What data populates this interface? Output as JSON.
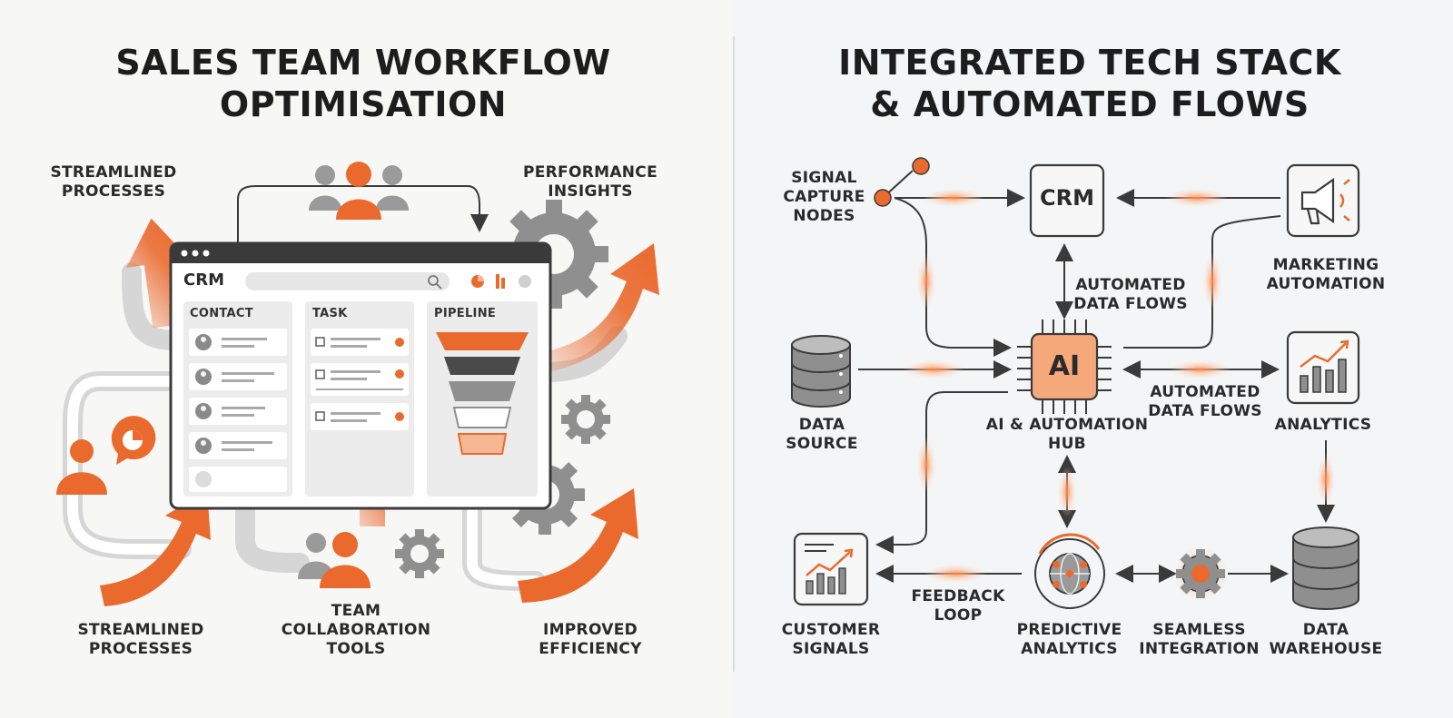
{
  "left": {
    "title_line1": "SALES TEAM WORKFLOW",
    "title_line2": "OPTIMISATION",
    "streamlined_top": [
      "STREAMLINED",
      "PROCESSES"
    ],
    "performance": [
      "PERFORMANCE",
      "INSIGHTS"
    ],
    "streamlined_bottom": [
      "STREAMLINED",
      "PROCESSES"
    ],
    "team": [
      "TEAM",
      "COLLABORATION",
      "TOOLS"
    ],
    "improved": [
      "IMPROVED",
      "EFFICIENCY"
    ],
    "crm_window": {
      "logo": "CRM",
      "columns": [
        "CONTACT",
        "TASK",
        "PIPELINE"
      ]
    }
  },
  "right": {
    "title_line1": "INTEGRATED TECH STACK",
    "title_line2": "& AUTOMATED FLOWS",
    "signal": [
      "SIGNAL",
      "CAPTURE",
      "NODES"
    ],
    "crm": "CRM",
    "marketing": [
      "MARKETING",
      "AUTOMATION"
    ],
    "flows_top": [
      "AUTOMATED",
      "DATA FLOWS"
    ],
    "ai": "AI",
    "hub": [
      "AI & AUTOMATION",
      "HUB"
    ],
    "flows_mid": [
      "AUTOMATED",
      "DATA FLOWS"
    ],
    "data_source": [
      "DATA",
      "SOURCE"
    ],
    "analytics": "ANALYTICS",
    "customer": [
      "CUSTOMER",
      "SIGNALS"
    ],
    "feedback": [
      "FEEDBACK",
      "LOOP"
    ],
    "predictive": [
      "PREDICTIVE",
      "ANALYTICS"
    ],
    "seamless": [
      "SEAMLESS",
      "INTEGRATION"
    ],
    "warehouse": [
      "DATA",
      "WAREHOUSE"
    ]
  },
  "colors": {
    "accent": "#ea6a2e",
    "accent_light": "#f5b894",
    "gray": "#8f8f8f",
    "gray_light": "#e2e2e2",
    "dark": "#3a3a3a"
  }
}
